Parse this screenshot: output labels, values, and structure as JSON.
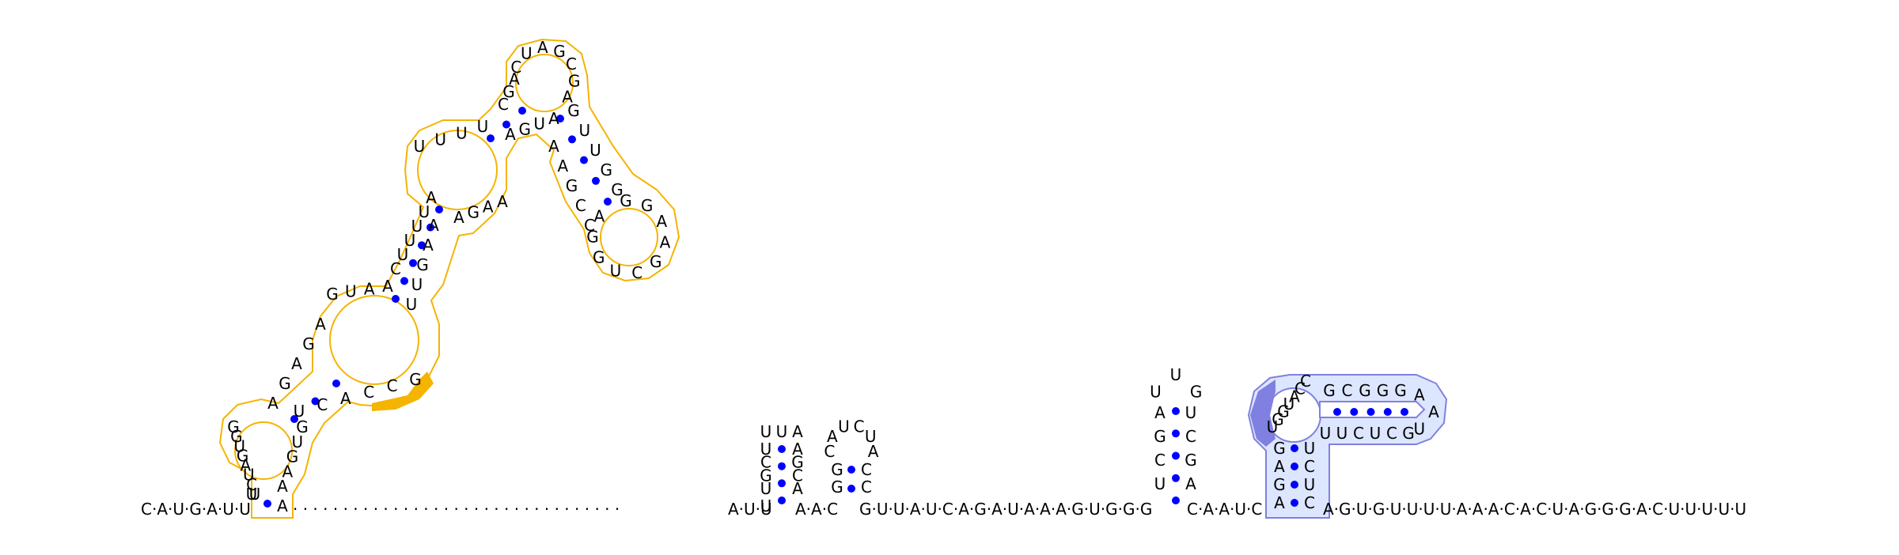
{
  "colors": {
    "background": "#ffffff",
    "base_pair_dot": "#0000ff",
    "backbone": "#000000",
    "domain_orange_outline": "#f5b400",
    "domain_orange_fill": "#ffffff",
    "domain_orange_highlight": "#f5b400",
    "domain_blue_outline": "#8080e0",
    "domain_blue_fill": "#dde6ff",
    "domain_blue_highlight": "#8080e0"
  },
  "sequence_segments": {
    "five_prime_tail": "C·A·U·G·A·U·U",
    "gap_dots": "·  ·  ·  ·  ·  ·  ·  ·  ·  ·  ·  ·  ·  ·  ·  ·  ·  ·  ·  ·  ·  ·  ·  ·  ·  ·  ·  ·  ·  ·  ·  ·  ·",
    "linker_1": "A·U·U",
    "linker_2": "A·A·C",
    "linker_3": "G·U·U·A·U·C·A·G·A·U·A·A·A·G·U·G·G·G",
    "linker_4": "C·A·A·U·C",
    "three_prime_tail": "A·G·U·G·U·U·U·U·A·A·A·C·A·C·U·A·G·G·G·A·C·U·U·U·U·U"
  },
  "hairpins": {
    "hp1": {
      "stem_5": [
        "U",
        "G",
        "C",
        "U"
      ],
      "stem_3": [
        "A",
        "C",
        "G",
        "A"
      ],
      "loop": [
        "U",
        "U",
        "A"
      ]
    },
    "hp2": {
      "stem_5": [
        "G",
        "G"
      ],
      "stem_3": [
        "C",
        "C"
      ],
      "loop": [
        "C",
        "A",
        "U",
        "C",
        "U",
        "A"
      ]
    },
    "hp3": {
      "stem_5": [
        "U",
        "C",
        "G",
        "A"
      ],
      "stem_3": [
        "A",
        "G",
        "C",
        "U"
      ],
      "loop": [
        "U",
        "U",
        "G"
      ]
    }
  },
  "domain_orange_nucleotides": {
    "outer_left": [
      "G",
      "G",
      "U",
      "G",
      "A",
      "U",
      "C",
      "U"
    ],
    "outer_right": [
      "A",
      "A",
      "G",
      "U",
      "G"
    ],
    "left_stem_5": [
      "A",
      "G",
      "A",
      "G",
      "A"
    ],
    "left_stem_3": [
      "U",
      "C",
      "A",
      "C",
      "C",
      "G"
    ],
    "inner_loop_top": [
      "G",
      "U",
      "A",
      "A"
    ],
    "mid_stem_5": [
      "C",
      "U",
      "U",
      "U",
      "U",
      "A"
    ],
    "mid_stem_3": [
      "U",
      "U",
      "G",
      "A",
      "A"
    ],
    "upper_loop_left": [
      "U",
      "U",
      "U",
      "U"
    ],
    "upper_loop_right": [
      "A",
      "G",
      "A",
      "A"
    ],
    "upper_stem_5": [
      "C",
      "G",
      "A"
    ],
    "upper_stem_3": [
      "A",
      "G",
      "U",
      "A"
    ],
    "top_loop": [
      "C",
      "U",
      "A",
      "G",
      "C",
      "G",
      "A"
    ],
    "arm_stem_5": [
      "G",
      "U",
      "U",
      "G",
      "G"
    ],
    "arm_stem_3": [
      "A",
      "A",
      "G",
      "C",
      "C"
    ],
    "arm_loop": [
      "G",
      "G",
      "A",
      "A",
      "G",
      "C",
      "U",
      "G",
      "G",
      "A"
    ]
  },
  "domain_blue_nucleotides": {
    "stem_5": [
      "G",
      "A",
      "G",
      "A"
    ],
    "stem_3": [
      "U",
      "C",
      "U",
      "C"
    ],
    "junction": [
      "U",
      "G",
      "G",
      "U",
      "A",
      "C",
      "C"
    ],
    "arm_stem_5": [
      "G",
      "C",
      "G",
      "G",
      "G"
    ],
    "arm_stem_3": [
      "U",
      "U",
      "C",
      "U",
      "C",
      "G"
    ],
    "arm_loop": [
      "A",
      "A",
      "U"
    ]
  }
}
